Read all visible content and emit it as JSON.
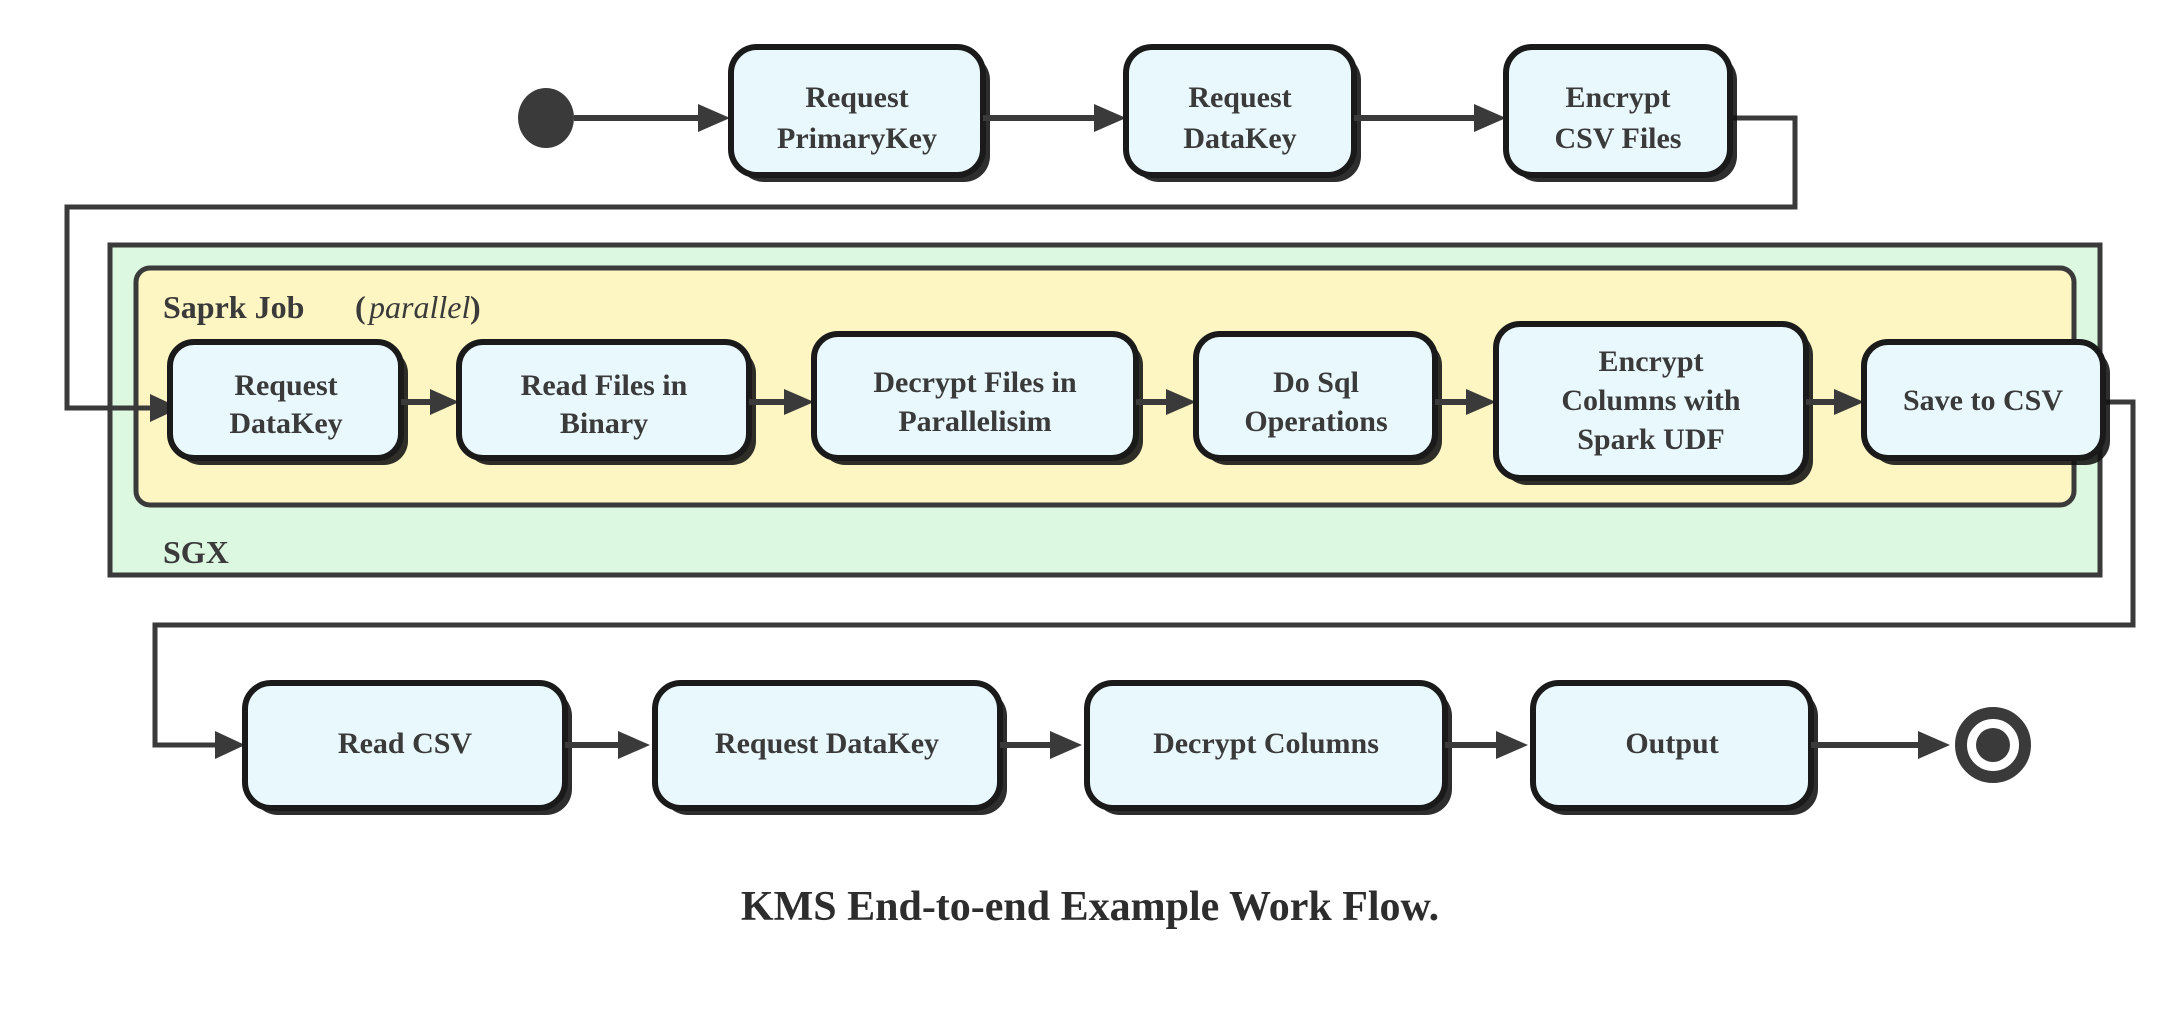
{
  "diagram": {
    "caption": "KMS End-to-end Example Work Flow.",
    "colors": {
      "node_fill": "#e9f8fd",
      "node_stroke": "#1a1a1a",
      "sgx_fill": "#dcf8e0",
      "spark_fill": "#fdf5c2",
      "line": "#3a3a3a",
      "text": "#3a3a3a",
      "background": "#ffffff"
    },
    "start_node": {
      "name": "start",
      "shape": "filled-circle"
    },
    "end_node": {
      "name": "end",
      "shape": "ring-with-dot"
    },
    "containers": [
      {
        "id": "sgx",
        "label": "SGX",
        "label_suffix": "",
        "fill": "#dcf8e0"
      },
      {
        "id": "spark",
        "label": "Saprk Job",
        "label_suffix": "(parallel)",
        "fill": "#fdf5c2"
      }
    ],
    "rows": {
      "top": {
        "nodes": [
          {
            "id": "request-primarykey",
            "lines": [
              "Request",
              "PrimaryKey"
            ]
          },
          {
            "id": "request-datakey-top",
            "lines": [
              "Request",
              "DataKey"
            ]
          },
          {
            "id": "encrypt-csv-files",
            "lines": [
              "Encrypt",
              "CSV Files"
            ]
          }
        ]
      },
      "middle": {
        "nodes": [
          {
            "id": "request-datakey-spark",
            "lines": [
              "Request",
              "DataKey"
            ]
          },
          {
            "id": "read-files-in-binary",
            "lines": [
              "Read Files in",
              "Binary"
            ]
          },
          {
            "id": "decrypt-files-in-parallelisim",
            "lines": [
              "Decrypt Files in",
              "Parallelisim"
            ]
          },
          {
            "id": "do-sql-operations",
            "lines": [
              "Do Sql",
              "Operations"
            ]
          },
          {
            "id": "encrypt-columns-with-spark-udf",
            "lines": [
              "Encrypt",
              "Columns with",
              "Spark UDF"
            ]
          },
          {
            "id": "save-to-csv",
            "lines": [
              "Save to CSV"
            ]
          }
        ]
      },
      "bottom": {
        "nodes": [
          {
            "id": "read-csv",
            "lines": [
              "Read CSV"
            ]
          },
          {
            "id": "request-datakey-bottom",
            "lines": [
              "Request DataKey"
            ]
          },
          {
            "id": "decrypt-columns",
            "lines": [
              "Decrypt Columns"
            ]
          },
          {
            "id": "output",
            "lines": [
              "Output"
            ]
          }
        ]
      }
    },
    "labels": {
      "n0l0": "Request",
      "n0l1": "PrimaryKey",
      "n1l0": "Request",
      "n1l1": "DataKey",
      "n2l0": "Encrypt",
      "n2l1": "CSV Files",
      "m0l0": "Request",
      "m0l1": "DataKey",
      "m1l0": "Read Files in",
      "m1l1": "Binary",
      "m2l0": "Decrypt Files in",
      "m2l1": "Parallelisim",
      "m3l0": "Do Sql",
      "m3l1": "Operations",
      "m4l0": "Encrypt",
      "m4l1": "Columns with",
      "m4l2": "Spark UDF",
      "m5l0": "Save to CSV",
      "b0l0": "Read CSV",
      "b1l0": "Request DataKey",
      "b2l0": "Decrypt Columns",
      "b3l0": "Output",
      "spark_main": "Saprk Job",
      "spark_paren_open": "(",
      "spark_italic": "parallel",
      "spark_paren_close": ")",
      "sgx": "SGX"
    }
  }
}
